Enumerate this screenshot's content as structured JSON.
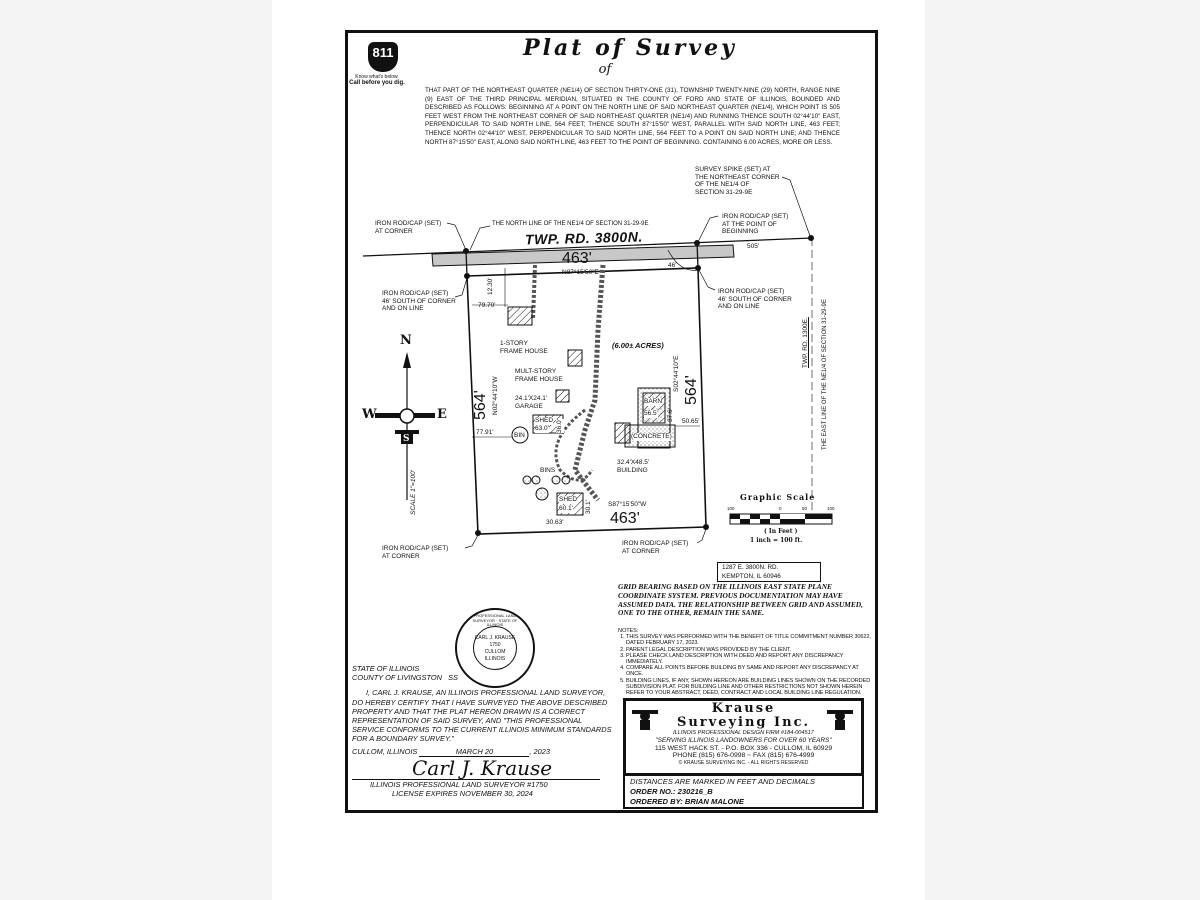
{
  "header": {
    "logo_811": "811",
    "logo_tag_1": "Know what's below.",
    "logo_tag_2": "Call before you dig.",
    "title": "Plat of Survey",
    "subtitle": "of",
    "legal_description": "That part of the Northeast Quarter (NE1/4) of Section Thirty-One (31), Township Twenty-Nine (29) North, Range Nine (9) East of the Third Principal Meridian, situated in the County of Ford and State of Illinois, bounded and described as follows: Beginning at a point on the north line of said Northeast Quarter (NE1/4), which point is 505 feet west from the northeast corner of said Northeast Quarter (NE1/4) and running thence South 02°44'10\" East, perpendicular to said north line, 564 feet; thence South 87°15'50\" West, parallel with said north line, 463 feet; thence North 02°44'10\" West, perpendicular to said north line, 564 feet to a point on said north line; and thence North 87°15'50\" East, along said north line, 463 feet to the point of beginning. Containing 6.00 acres, more or less."
  },
  "plat": {
    "road_name": "TWP. RD. 3800N.",
    "east_road_name": "TWP. RD. 1300E.",
    "north_line_label": "The north line of the NE1/4 of Section 31-29-9E",
    "east_line_label": "The east line of the NE1/4 of Section 31-29-9E",
    "survey_spike": [
      "Survey spike (set) at",
      "the northeast corner",
      "of the NE1/4 of",
      "Section 31-29-9E"
    ],
    "iron_rod_nw": [
      "Iron rod/cap (set)",
      "at corner"
    ],
    "iron_rod_pob": [
      "Iron rod/cap (set)",
      "at the point of",
      "beginning"
    ],
    "iron_rod_46_west": [
      "Iron rod/cap (set)",
      "46' south of corner",
      "and on line"
    ],
    "iron_rod_46_east": [
      "Iron rod/cap (set)",
      "46' south of corner",
      "and on line"
    ],
    "iron_rod_sw": [
      "Iron rod/cap (set)",
      "at corner"
    ],
    "iron_rod_se": [
      "Iron rod/cap (set)",
      "at corner"
    ],
    "north_dist": "463'",
    "north_bearing": "N87°15'50\"E",
    "south_dist": "463'",
    "south_bearing": "S87°15'50\"W",
    "west_dist": "564'",
    "west_bearing": "N02°44'10\"W",
    "east_dist": "564'",
    "east_bearing": "S02°44'10\"E",
    "dist_505": "505'",
    "dist_46": "46'",
    "dist_12": "12.30'",
    "dist_79": "79.70'",
    "dist_77": "77.91'",
    "dist_50": "50.65'",
    "dist_30": "30.63'",
    "acres": "(6.00± ACRES)",
    "house1": [
      "1-Story",
      "Frame House"
    ],
    "house2": [
      "Mult-Story",
      "Frame House"
    ],
    "garage": [
      "24.1'x24.1'",
      "Garage"
    ],
    "shed1": "Shed",
    "shed1_dims": "63.0'",
    "shed1_dims2": "36.0'",
    "bin": "BIN",
    "bins": "Bins",
    "shed2": "Shed",
    "shed2_dims": "60.1'",
    "shed2_dims2": "30.1'",
    "barn": "Barn",
    "barn_dims": "56.5'",
    "barn_dims2": "37.6'",
    "concrete": "(Concrete)",
    "building": [
      "32.4'x48.5'",
      "Building"
    ],
    "compass": {
      "n": "N",
      "w": "W",
      "e": "E",
      "s": "S",
      "scale": "Scale 1\"=100'"
    },
    "graphic_scale": {
      "title": "Graphic Scale",
      "ticks": [
        "100",
        "0",
        "50",
        "100"
      ],
      "unit": "( In Feet )",
      "ratio": "1 inch = 100 ft."
    },
    "address": [
      "1287 E. 3800N. Rd.",
      "Kempton, IL 60946"
    ]
  },
  "grid_note": "Grid bearing based on the Illinois East State Plane Coordinate System. Previous documentation may have assumed data. The relationship between grid and assumed, one to the other, remain the same.",
  "notes": {
    "heading": "Notes:",
    "items": [
      "This survey was performed with the benefit of title commitment number 30622, dated February 17, 2023.",
      "Parent legal description was provided by the client.",
      "Please check land description with deed and report any discrepancy immediately.",
      "Compare all points before building by same and report any discrepancy at once.",
      "Building lines, if any, shown hereon are building lines shown on the recorded subdivision plat. For building line and other restrictions not shown herein refer to your abstract, deed, contract and local building line regulation."
    ]
  },
  "company": {
    "name1": "Krause",
    "name2": "Surveying Inc.",
    "firm": "Illinois Professional Design Firm #184-004517",
    "slogan": "\"Serving Illinois landowners for over 60 years\"",
    "address": "115 West Hack St. - P.O. Box 336 - Cullom, IL 60929",
    "phone": "Phone (815) 676-0998 ~ Fax (815) 676-4999",
    "copyright": "© Krause Surveying Inc. - All rights reserved"
  },
  "order": {
    "distances": "Distances are marked in feet and decimals",
    "order_no": "Order No.: 230216_B",
    "ordered_by": "Ordered by: Brian Malone"
  },
  "seal": {
    "ring": "Professional Land Surveyor · State of Illinois",
    "name": "Carl J. Krause",
    "number": "1750",
    "city": "Cullom",
    "state": "Illinois"
  },
  "certification": {
    "state": "State of Illinois",
    "county": "County of Livingston",
    "ss": "SS",
    "body": "I, Carl J. Krause, an Illinois Professional Land Surveyor, do hereby certify that I have surveyed the above described property and that the plat hereon drawn is a correct representation of said survey, and \"This professional service conforms to the current Illinois minimum standards for a boundary survey.\"",
    "place": "Cullom, Illinois",
    "date": "March 20",
    "year": ", 2023",
    "signature": "Carl J. Krause",
    "license": "Illinois Professional Land Surveyor #1750",
    "expires": "License expires November 30, 2024"
  }
}
